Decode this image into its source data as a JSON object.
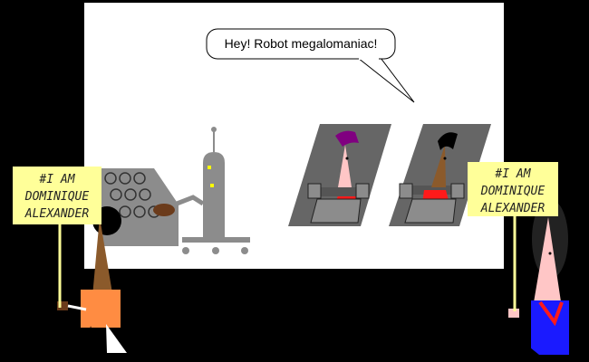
{
  "speech_bubble": {
    "text": "Hey! Robot megalomaniac!"
  },
  "left_sign": {
    "lines": [
      "#I AM",
      "DOMINIQUE",
      "ALEXANDER"
    ]
  },
  "right_sign": {
    "lines": [
      "#I AM",
      "DOMINIQUE",
      "ALEXANDER"
    ]
  },
  "colors": {
    "background": "#000000",
    "screen": "#ffffff",
    "machine_gray": "#8c8c8c",
    "sign_yellow": "#ffff99",
    "shirt_orange": "#ff8c42",
    "shirt_blue": "#1a1aff",
    "uniform_red": "#ff1a1a"
  }
}
